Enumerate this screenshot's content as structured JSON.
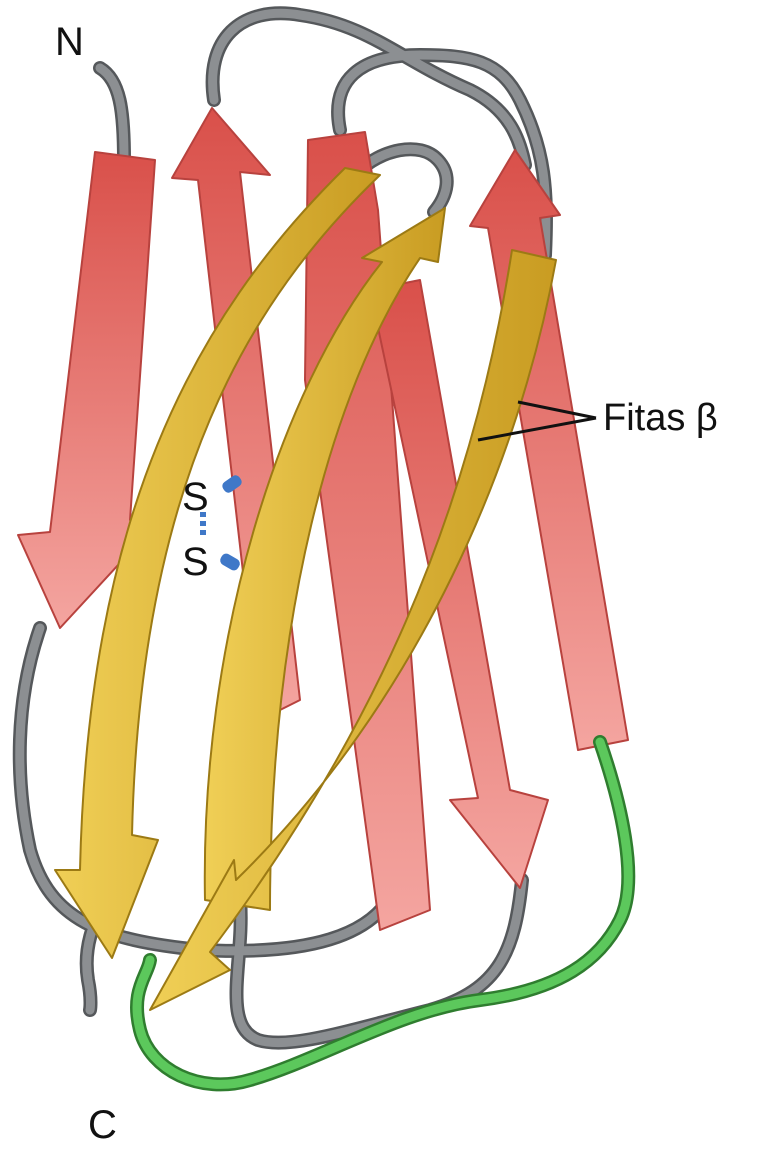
{
  "labels": {
    "n_terminus": "N",
    "c_terminus": "C",
    "strands": "Fitas β",
    "disulfide_top": "S",
    "disulfide_bottom": "S"
  },
  "colors": {
    "red_strand": "#e8706c",
    "red_strand_dark": "#c9504c",
    "gold_strand": "#e2b93a",
    "gold_strand_dark": "#b8901e",
    "loop_gray": "#7a7d80",
    "loop_green": "#4ab84a",
    "disulfide_blue": "#3f78c8"
  }
}
